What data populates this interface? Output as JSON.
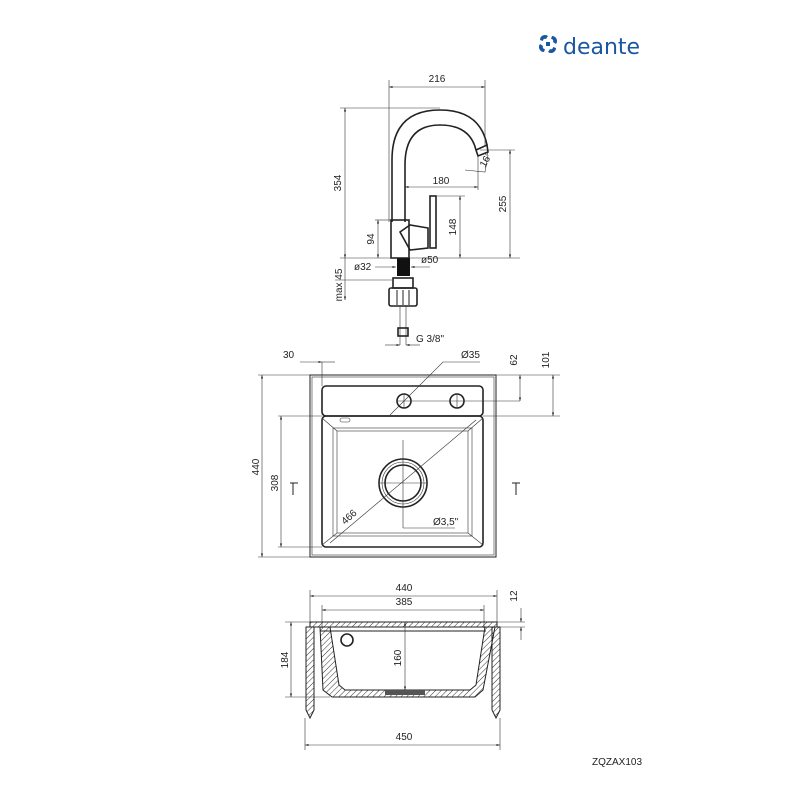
{
  "brand": {
    "name": "deante",
    "color": "#1a57a3"
  },
  "product_code": "ZQZAX103",
  "faucet": {
    "width_216": "216",
    "height_354": "354",
    "reach_180": "180",
    "height_255": "255",
    "lever_148": "148",
    "body_94": "94",
    "angle": "16°",
    "dia_32": "ø32",
    "dia_50": "ø50",
    "max_45": "max 45",
    "thread": "G 3/8\""
  },
  "top_view": {
    "offset_30": "30",
    "hole_dia": "Ø35",
    "dim_62": "62",
    "dim_101": "101",
    "depth_440": "440",
    "bowl_308": "308",
    "diag_466": "466",
    "drain": "Ø3,5\""
  },
  "section_view": {
    "width_440": "440",
    "width_385": "385",
    "rim_12": "12",
    "height_184": "184",
    "depth_160": "160",
    "width_450": "450"
  }
}
